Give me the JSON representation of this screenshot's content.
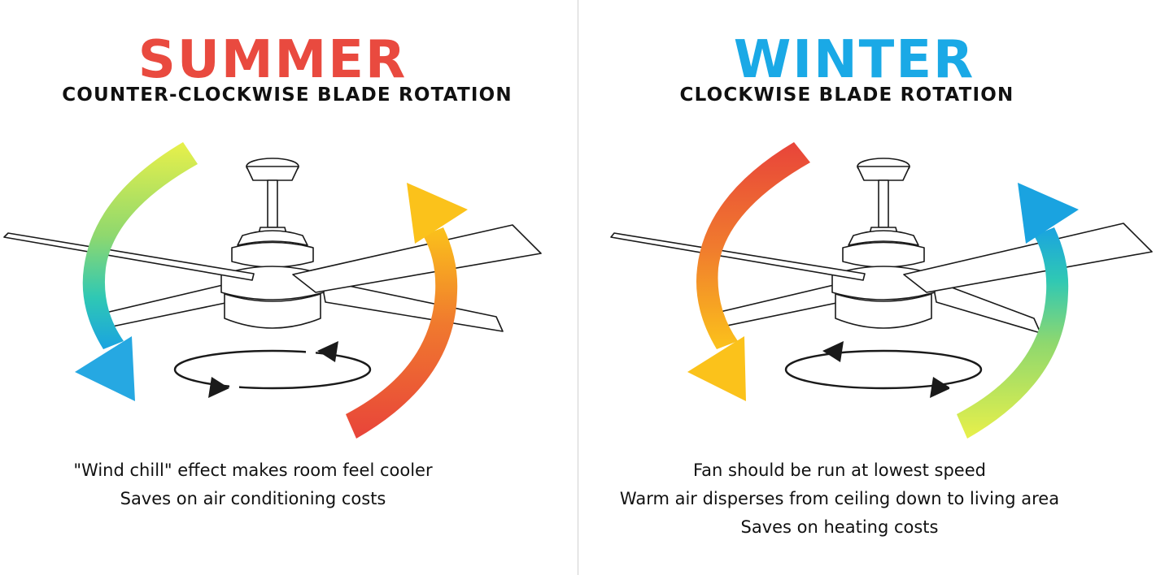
{
  "colors": {
    "summer_title": "#e94a3f",
    "winter_title": "#1aa9e6",
    "arrow_red": "#e8443a",
    "arrow_orange": "#f07a2e",
    "arrow_yellow": "#fbc21b",
    "arrow_lime": "#e8f04a",
    "arrow_green": "#8fd86e",
    "arrow_teal": "#2fc8b4",
    "arrow_blue": "#1aa3e0",
    "line_art": "#1a1a1a"
  },
  "summer": {
    "title": "SUMMER",
    "subtitle": "COUNTER-CLOCKWISE BLADE ROTATION",
    "notes": [
      "\"Wind chill\" effect makes room feel cooler",
      "Saves on air conditioning costs"
    ],
    "icons": {
      "fan": "ceiling-fan-icon",
      "down_arrow": "curved-arrow-down-icon",
      "up_arrow": "curved-arrow-up-icon",
      "rotation": "counter-clockwise-rotation-icon"
    }
  },
  "winter": {
    "title": "WINTER",
    "subtitle": "CLOCKWISE BLADE ROTATION",
    "notes": [
      "Fan should be run at lowest speed",
      "Warm air disperses from ceiling down to living area",
      "Saves on heating costs"
    ],
    "icons": {
      "fan": "ceiling-fan-icon",
      "down_arrow": "curved-arrow-down-icon",
      "up_arrow": "curved-arrow-up-icon",
      "rotation": "clockwise-rotation-icon"
    }
  }
}
